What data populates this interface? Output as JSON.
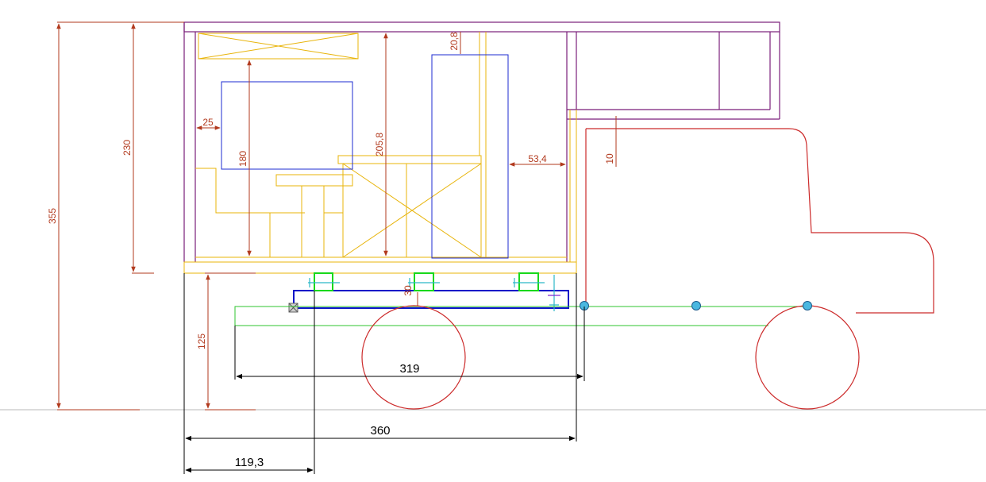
{
  "drawing": {
    "colors": {
      "background": "#ffffff",
      "box_frame": "#7a1f7a",
      "furniture": "#e8b40a",
      "inner_blue": "#1c2bd1",
      "subframe": "#0a14c8",
      "chassis": "#2fc42f",
      "truck_outline": "#cc2a2a",
      "dimension_red": "#b23a1e",
      "dimension_black": "#000000",
      "mount": "#18d81b",
      "bolt": "#2ab8c8",
      "node": "#4ab8e0",
      "ground": "#b8b8b8"
    },
    "dimensions": {
      "overall_height": "355",
      "box_height": "230",
      "floor_clearance": "125",
      "window_offset": "25",
      "bed_height": "180",
      "interior_height": "205,8",
      "top_gap": "20,8",
      "door_gap": "53,4",
      "cab_gap": "10",
      "subframe_height": "30",
      "chassis_length": "319",
      "box_length": "360",
      "axle_offset": "119,3"
    }
  }
}
